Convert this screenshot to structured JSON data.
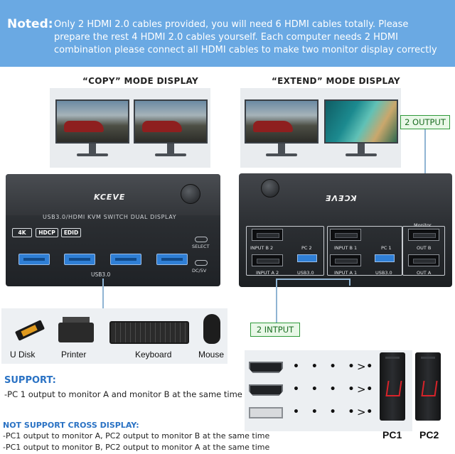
{
  "note": {
    "title": "Noted:",
    "body": "Only 2 HDMI 2.0 cables provided, you will need 6 HDMI cables totally. Please prepare the rest 4 HDMI 2.0 cables yourself. Each computer needs 2 HDMI combination please connect all HDMI cables to make two monitor display correctly"
  },
  "modes": {
    "copy_label": "“COPY” MODE DISPLAY",
    "extend_label": "“EXTEND” MODE DISPLAY"
  },
  "badges": {
    "output": "2 OUTPUT",
    "input": "2 INTPUT"
  },
  "kvm_front": {
    "brand": "KCEVE",
    "subtitle": "USB3.0/HDMI KVM SWITCH DUAL DISPLAY",
    "chips": [
      "4K",
      "HDCP",
      "EDID"
    ],
    "usb_caption": "USB3.0",
    "select_label": "SELECT",
    "power_label": "DC/5V"
  },
  "kvm_back": {
    "brand": "KCEVE",
    "labels": {
      "input_b2": "INPUT B 2",
      "pc2": "PC 2",
      "input_b1": "INPUT B 1",
      "pc1": "PC 1",
      "monitor": "Monitor",
      "out_b": "OUT B",
      "input_a2": "INPUT A 2",
      "usb3_a": "USB3.0",
      "input_a1": "INPUT A 1",
      "usb3_b": "USB3.0",
      "out_a": "OUT A"
    }
  },
  "peripherals": [
    {
      "label": "U Disk",
      "icon": "usb-disk-icon"
    },
    {
      "label": "Printer",
      "icon": "printer-icon"
    },
    {
      "label": "Keyboard",
      "icon": "keyboard-icon"
    },
    {
      "label": "Mouse",
      "icon": "mouse-icon"
    }
  ],
  "support": {
    "title": "SUPPORT:",
    "line": "-PC 1 output to monitor A and monitor B at the same time"
  },
  "not_support": {
    "title": "NOT SUPPORT CROSS DISPLAY:",
    "lines": [
      "-PC1 output to monitor A, PC2 output to monitor B at the same time",
      "-PC1 output to monitor B, PC2 output to monitor A at the same time"
    ]
  },
  "cables": [
    {
      "icon": "hdmi-plug-icon"
    },
    {
      "icon": "hdmi-plug-icon"
    },
    {
      "icon": "usb-plug-icon"
    }
  ],
  "computers": [
    "PC1",
    "PC2"
  ],
  "colors": {
    "banner": "#6aa9e3",
    "badge_border": "#2f9a3a",
    "heading_blue": "#2a72c4",
    "port_blue": "#2f7fd6",
    "accent_red": "#d8232a"
  }
}
